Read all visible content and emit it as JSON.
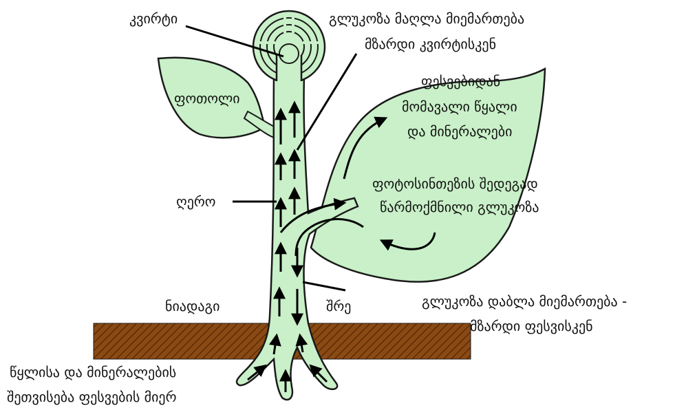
{
  "labels": {
    "bud": "კვირტი",
    "leaf_small": "ფოთოლი",
    "stem": "ღერო",
    "soil": "ნიადაგი",
    "layer": "შრე",
    "glucose_up_line1": "გლუკოზა მაღლა მიემართება",
    "glucose_up_line2": "მზარდი კვირტისკენ",
    "water_from_roots_line1": "ფესვებიდან",
    "water_from_roots_line2": "მომავალი წყალი",
    "water_from_roots_line3": "და მინერალები",
    "photosynthesis_line1": "ფოტოსინთეზის შედეგად",
    "photosynthesis_line2": "წარმოქმნილი გლუკოზა",
    "glucose_down_line1": "გლუკოზა დაბლა მიემართება -",
    "glucose_down_line2": "მზარდი ფესვისკენ",
    "absorption_line1": "წყლისა და მინერალების",
    "absorption_line2": "შეთვისება ფესვების მიერ"
  },
  "colors": {
    "plant_fill": "#c9f0c8",
    "outline": "#1a1a1a",
    "soil": "#8b4a14",
    "soil_hatch": "#5a2c06",
    "arrow": "#000000"
  }
}
